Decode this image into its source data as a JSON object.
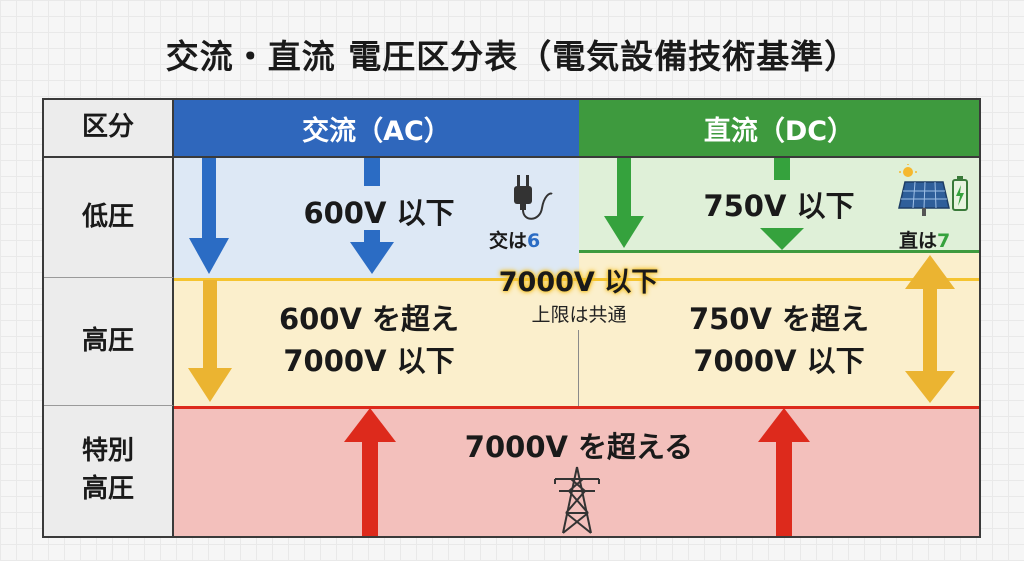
{
  "title": "交流・直流 電圧区分表（電気設備技術基準）",
  "header": {
    "category": "区分",
    "ac": "交流（AC）",
    "dc": "直流（DC）"
  },
  "rows": {
    "low": "低圧",
    "high": "高圧",
    "extra_high_line1": "特別",
    "extra_high_line2": "高圧"
  },
  "cells": {
    "ac_low": "600V 以下",
    "dc_low": "750V 以下",
    "ac_high_line1": "600V を超え",
    "ac_high_line2": "7000V 以下",
    "dc_high_line1": "750V を超え",
    "dc_high_line2": "7000V 以下",
    "extra_high": "7000V を超える"
  },
  "notes": {
    "ac_hint_prefix": "交は",
    "ac_hint_digit": "6",
    "dc_hint_prefix": "直は",
    "dc_hint_digit": "7",
    "upper_limit_value": "7000V 以下",
    "upper_limit_caption": "上限は共通"
  },
  "icons": [
    "plug-icon",
    "solar-panel-icon",
    "transmission-tower-icon"
  ],
  "colors": {
    "ac_header": "#2f67bc",
    "dc_header": "#3e9a3e",
    "ac_low_bg": "#dde8f5",
    "dc_low_bg": "#dff0d8",
    "high_bg": "#fbefcc",
    "extra_high_bg": "#f3c0bc",
    "arrow_blue": "#2b6cc4",
    "arrow_green": "#35a23d",
    "arrow_yellow": "#ebb431",
    "arrow_red": "#dd2a1c",
    "highlight": "#f5c430"
  }
}
